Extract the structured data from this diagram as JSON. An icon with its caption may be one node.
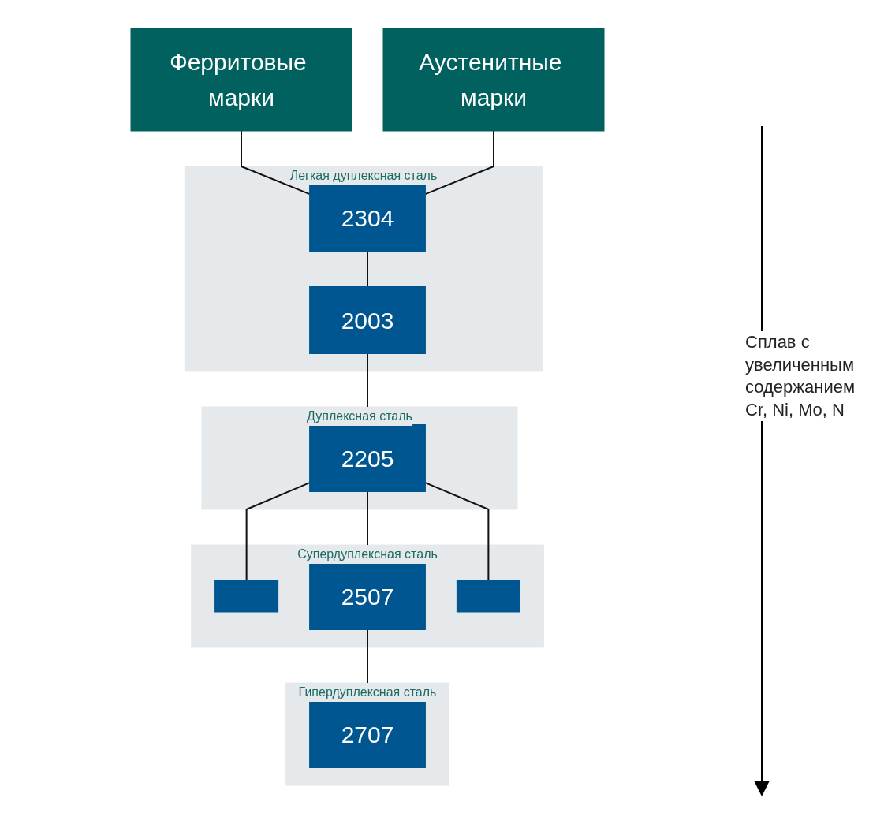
{
  "diagram": {
    "nodes": [
      {
        "text": [
          "Ферритовые марки"
        ]
      },
      {
        "text": [
          "Аустенитные марки"
        ]
      },
      {
        "text": [
          "Легкая дуплексная сталь"
        ]
      },
      {
        "text": [
          "2304"
        ],
        "in": 2
      },
      {
        "text": [
          "2003"
        ],
        "in": 2
      },
      {
        "text": [
          "Дуплексная сталь"
        ]
      },
      {
        "text": [
          "2205"
        ],
        "in": 5
      },
      {
        "text": [
          "Супердуплексная сталь"
        ]
      },
      {
        "text": [],
        "shape": "box",
        "in": 7
      },
      {
        "text": [
          "2507"
        ],
        "in": 7
      },
      {
        "text": [],
        "shape": "box",
        "in": 7
      },
      {
        "text": [
          "Гипердуплексная сталь"
        ]
      },
      {
        "text": [
          "2707"
        ],
        "in": 11
      }
    ],
    "edges": [
      {
        "from": 0,
        "to": 3,
        "arrow": "none"
      },
      {
        "from": 1,
        "to": 3,
        "arrow": "none"
      },
      {
        "from": 3,
        "to": 4,
        "arrow": "none"
      },
      {
        "from": 4,
        "to": 6,
        "arrow": "none"
      },
      {
        "from": 6,
        "to": 8,
        "arrow": "none"
      },
      {
        "from": 6,
        "to": 9,
        "arrow": "none"
      },
      {
        "from": 6,
        "to": 10,
        "arrow": "none"
      },
      {
        "from": 9,
        "to": 12,
        "arrow": "none"
      }
    ],
    "labels": [
      "Сплав с увеличенным содержанием Cr, Ni, Mo, N"
    ]
  }
}
